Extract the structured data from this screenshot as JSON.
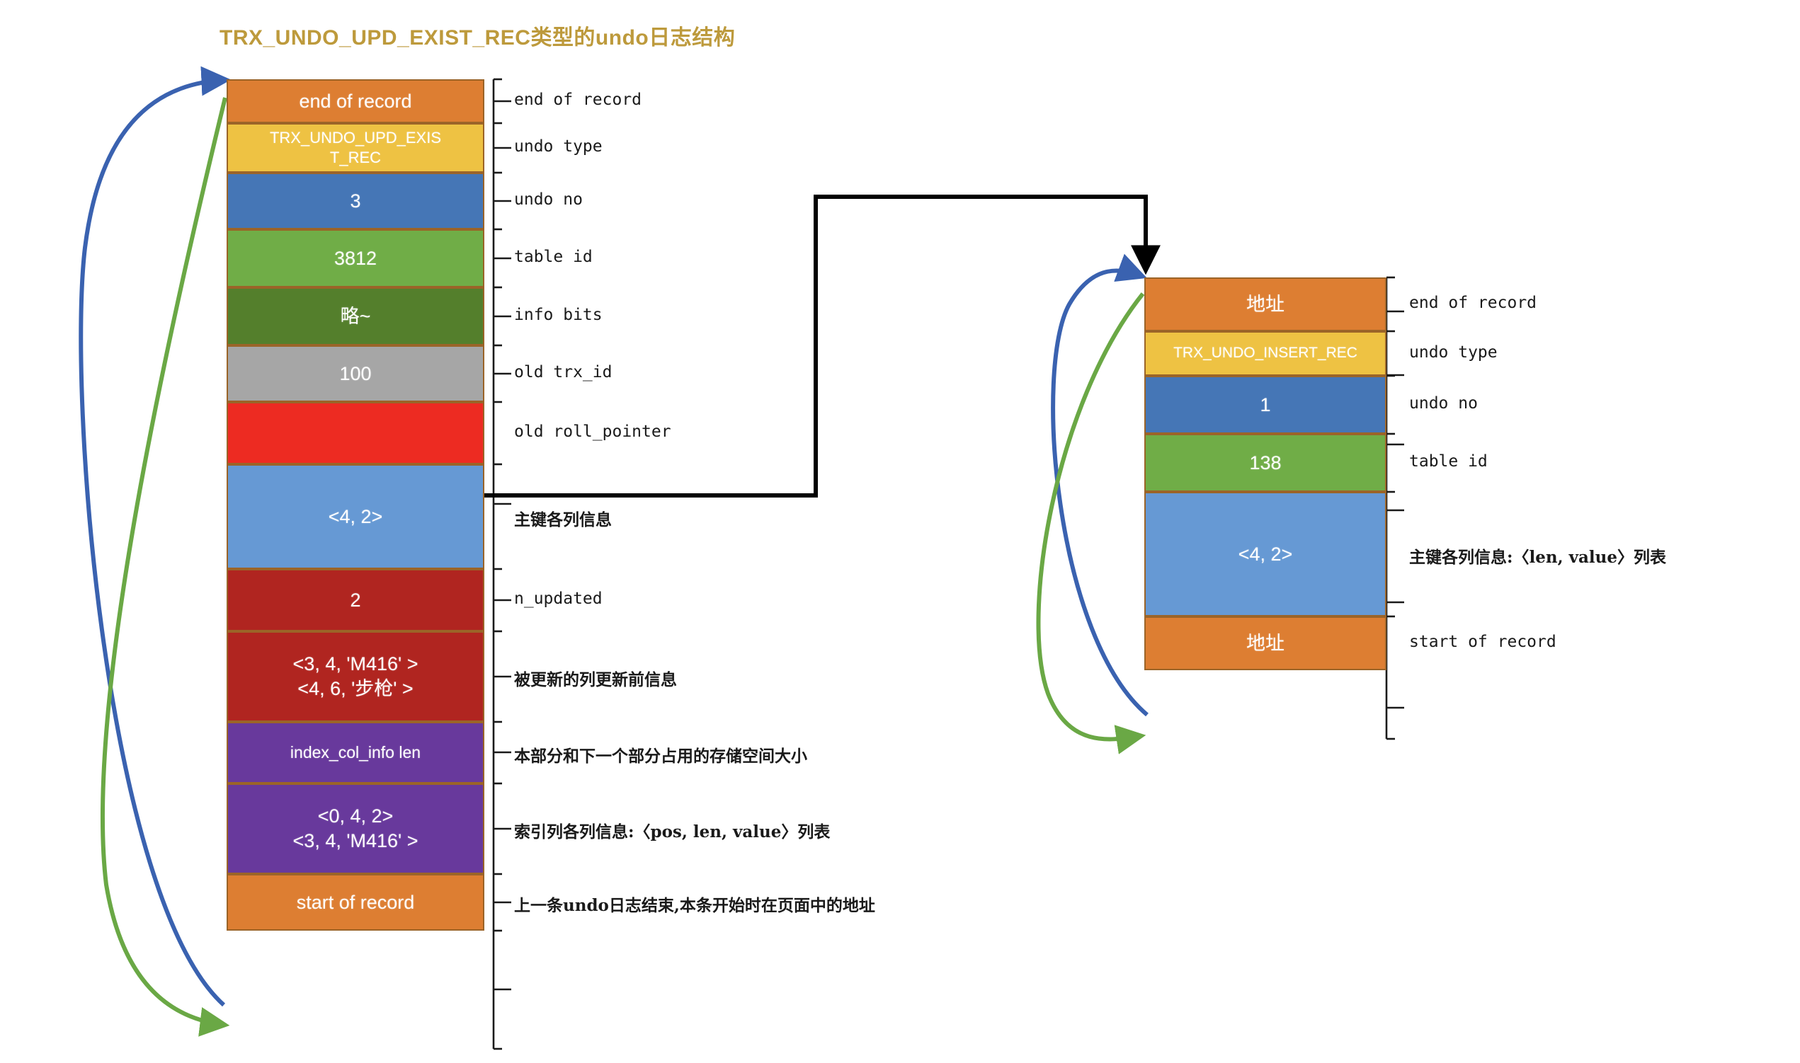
{
  "title": "TRX_UNDO_UPD_EXIST_REC类型的undo日志结构",
  "title_color": "#bd9a3c",
  "palette": {
    "orange": "#dd7e32",
    "yellow": "#eec243",
    "blue": "#4576b6",
    "green": "#70ad47",
    "dark_green": "#547f2c",
    "gray": "#a6a6a6",
    "red": "#ed2b22",
    "light_blue": "#6699d4",
    "dark_red": "#b02520",
    "purple": "#68399c",
    "arrow_blue": "#3a62b0",
    "arrow_green": "#6aa845",
    "arrow_black": "#000000",
    "bracket": "#1a1a1a"
  },
  "left_stack": {
    "name": "TRX_UNDO_UPD_EXIST_REC undo log record",
    "rows": [
      {
        "value": "end of record",
        "label": "end of record",
        "color": "orange",
        "font_size": 27,
        "label_cn": false,
        "height": 62
      },
      {
        "value": "TRX_UNDO_UPD_EXIS\nT_REC",
        "label": "undo type",
        "color": "yellow",
        "font_size": 22,
        "label_cn": false,
        "height": 70
      },
      {
        "value": "3",
        "label": "undo no",
        "color": "blue",
        "font_size": 27,
        "label_cn": false,
        "height": 80
      },
      {
        "value": "3812",
        "label": "table id",
        "color": "green",
        "font_size": 27,
        "label_cn": false,
        "height": 82
      },
      {
        "value": "略~",
        "label": "info bits",
        "color": "dark_green",
        "font_size": 27,
        "label_cn": false,
        "height": 82
      },
      {
        "value": "100",
        "label": "old trx_id",
        "color": "gray",
        "font_size": 27,
        "label_cn": false,
        "height": 80
      },
      {
        "value": "",
        "label": "old roll_pointer",
        "color": "red",
        "font_size": 27,
        "label_cn": false,
        "height": 88
      },
      {
        "value": "<4, 2>",
        "label": "主键各列信息",
        "color": "light_blue",
        "font_size": 27,
        "label_cn": true,
        "height": 148
      },
      {
        "value": "2",
        "label": "n_updated",
        "color": "dark_red",
        "font_size": 27,
        "label_cn": false,
        "height": 88
      },
      {
        "value": "<3, 4, 'M416' >\n<4, 6, '步枪' >",
        "label": "被更新的列更新前信息",
        "color": "dark_red",
        "font_size": 27,
        "label_cn": true,
        "height": 128
      },
      {
        "value": "index_col_info len",
        "label": "本部分和下一个部分占用的存储空间大小",
        "color": "purple",
        "font_size": 23,
        "label_cn": true,
        "height": 87
      },
      {
        "value": "<0, 4, 2>\n<3, 4, 'M416' >",
        "label": "索引列各列信息:〈pos, len, value〉列表",
        "color": "purple",
        "font_size": 27,
        "label_cn": true,
        "height": 128
      },
      {
        "value": "start of record",
        "label": "上一条undo日志结束,本条开始时在页面中的地址",
        "color": "orange",
        "font_size": 27,
        "label_cn": true,
        "height": 80
      }
    ]
  },
  "right_stack": {
    "name": "TRX_UNDO_INSERT_REC undo log record",
    "rows": [
      {
        "value": "地址",
        "label": "end of record",
        "color": "orange",
        "font_size": 27,
        "label_cn": false,
        "height": 76
      },
      {
        "value": "TRX_UNDO_INSERT_REC",
        "label": "undo type",
        "color": "yellow",
        "font_size": 21,
        "label_cn": false,
        "height": 63
      },
      {
        "value": "1",
        "label": "undo no",
        "color": "blue",
        "font_size": 27,
        "label_cn": false,
        "height": 82
      },
      {
        "value": "138",
        "label": "table id",
        "color": "green",
        "font_size": 27,
        "label_cn": false,
        "height": 82
      },
      {
        "value": "<4, 2>",
        "label": "主键各列信息:〈len, value〉列表",
        "color": "light_blue",
        "font_size": 27,
        "label_cn": true,
        "height": 176
      },
      {
        "value": "地址",
        "label": "start of record",
        "color": "orange",
        "font_size": 27,
        "label_cn": false,
        "height": 76
      }
    ]
  },
  "connectors": {
    "roll_pointer_link": "old roll_pointer -> previous undo record end of record",
    "left_prev_link": "start of record -> end of record",
    "right_prev_link": "start of record -> end of record"
  }
}
